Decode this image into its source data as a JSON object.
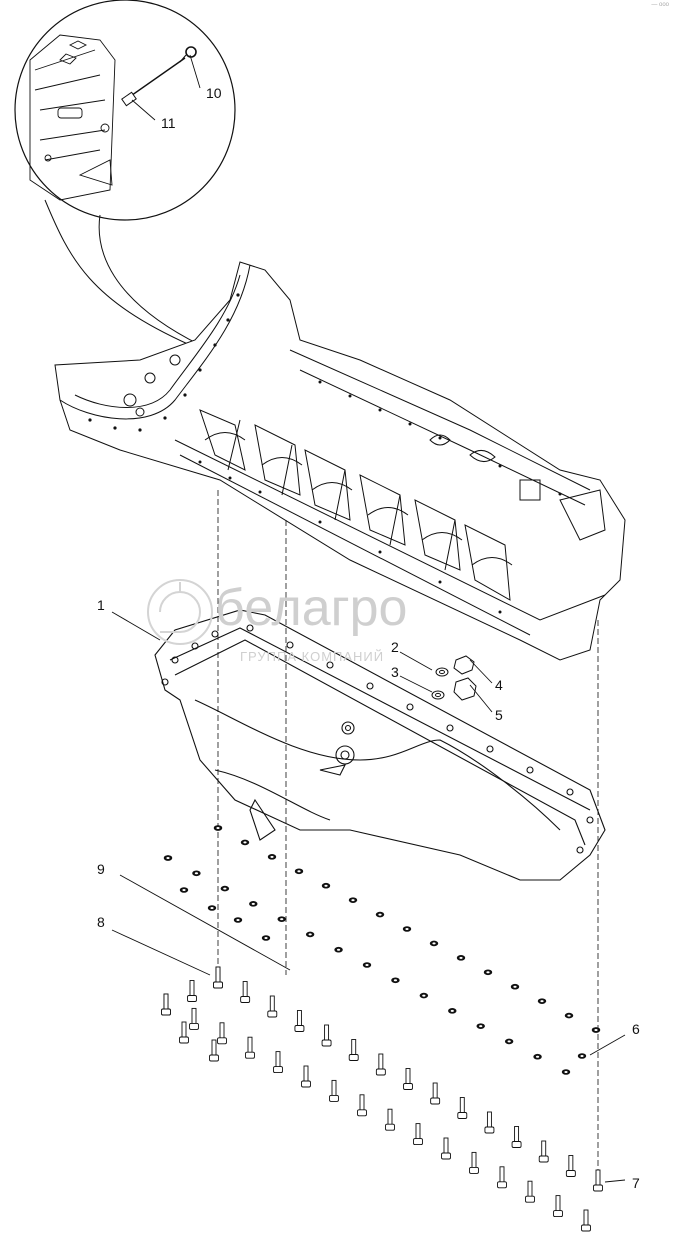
{
  "corner_mark": "— ооо",
  "watermark": {
    "brand": "белагро",
    "tagline": "ГРУППА КОМПАНИЙ"
  },
  "callouts": {
    "c1": "1",
    "c2": "2",
    "c3": "3",
    "c4": "4",
    "c5": "5",
    "c6": "6",
    "c7": "7",
    "c8": "8",
    "c9": "9",
    "c10": "10",
    "c11": "11"
  }
}
